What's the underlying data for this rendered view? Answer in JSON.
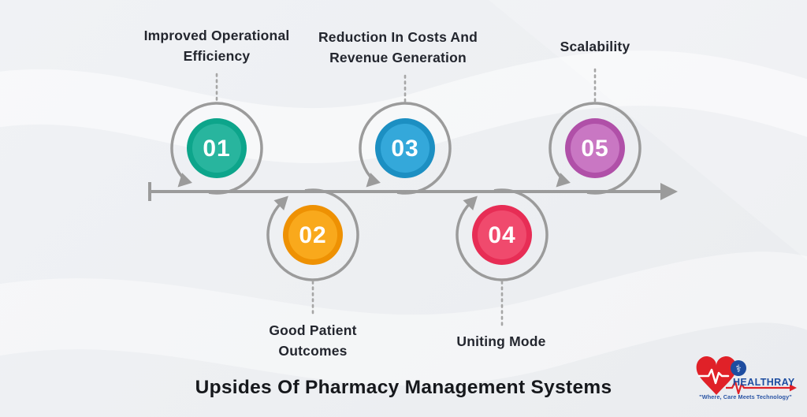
{
  "title": "Upsides Of Pharmacy Management Systems",
  "timeline": {
    "color": "#9b9b9b",
    "connector_color": "#a6a6a6"
  },
  "steps": [
    {
      "number": "01",
      "label": "Improved Operational Efficiency",
      "color_dark": "#0da58b",
      "color_light": "#28b59e"
    },
    {
      "number": "02",
      "label": "Good Patient Outcomes",
      "color_dark": "#ee9103",
      "color_light": "#f9a91c"
    },
    {
      "number": "03",
      "label": "Reduction In Costs And Revenue Generation",
      "color_dark": "#1c8fc2",
      "color_light": "#34a8da"
    },
    {
      "number": "04",
      "label": "Uniting Mode",
      "color_dark": "#e72d55",
      "color_light": "#f04a6d"
    },
    {
      "number": "05",
      "label": "Scalability",
      "color_dark": "#b050a8",
      "color_light": "#c977c3"
    }
  ],
  "logo": {
    "brand": "HEALTHRAY",
    "tagline": "\"Where, Care Meets Technology\"",
    "brand_color": "#1e4da0",
    "accent_red": "#e02128",
    "caduceus_icon": "⚕"
  }
}
